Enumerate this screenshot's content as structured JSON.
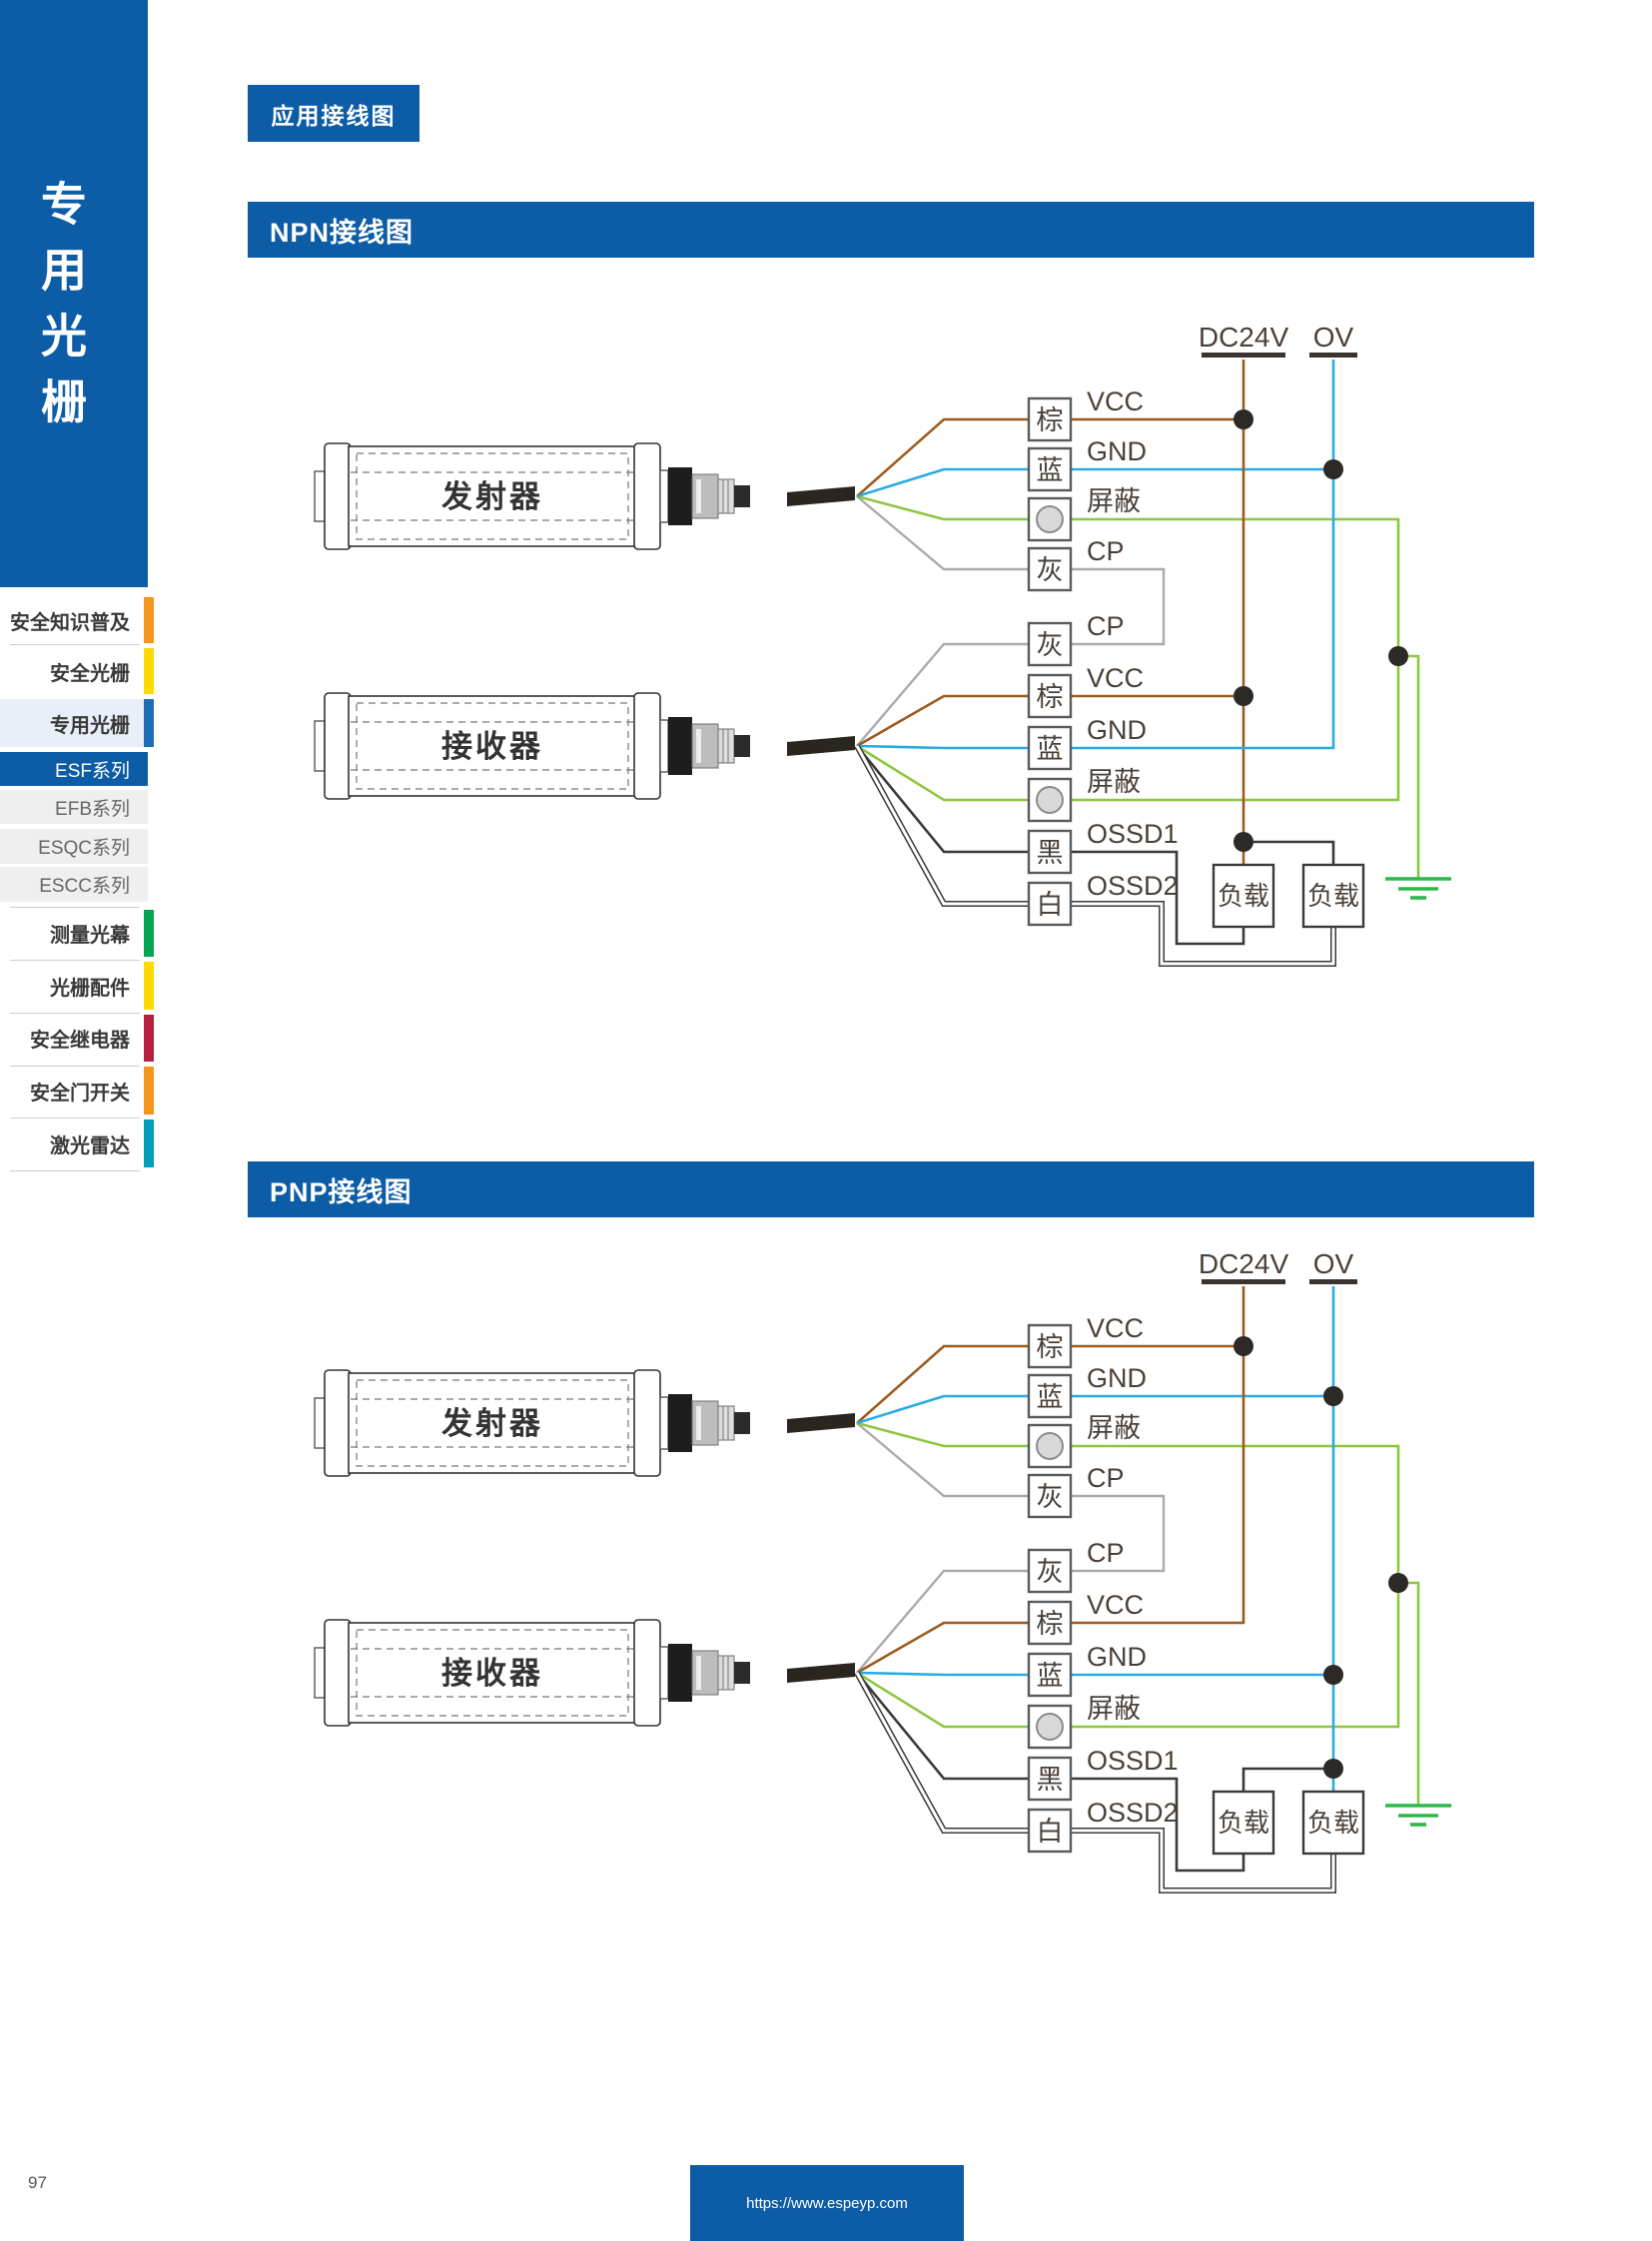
{
  "page": {
    "number": "97",
    "url": "https://www.espeyp.com",
    "accent_blue": "#0d5ca6"
  },
  "sidebar": {
    "vertical_title": "专用光栅",
    "items": [
      {
        "label": "安全知识普及",
        "bar": "#F7941E",
        "type": "nav"
      },
      {
        "label": "安全光栅",
        "bar": "#FFD900",
        "type": "nav"
      },
      {
        "label": "专用光栅",
        "bar": "#1E6CB5",
        "type": "nav-active"
      },
      {
        "label": "ESF系列",
        "type": "series-active"
      },
      {
        "label": "EFB系列",
        "type": "series"
      },
      {
        "label": "ESQC系列",
        "type": "series"
      },
      {
        "label": "ESCC系列",
        "type": "series"
      },
      {
        "label": "测量光幕",
        "bar": "#00A651",
        "type": "nav"
      },
      {
        "label": "光栅配件",
        "bar": "#FFD900",
        "type": "nav"
      },
      {
        "label": "安全继电器",
        "bar": "#B91F3E",
        "type": "nav"
      },
      {
        "label": "安全门开关",
        "bar": "#F7941E",
        "type": "nav"
      },
      {
        "label": "激光雷达",
        "bar": "#009FB8",
        "type": "nav"
      }
    ]
  },
  "headers": {
    "badge": "应用接线图",
    "npn": "NPN接线图",
    "pnp": "PNP接线图"
  },
  "diagram": {
    "power_labels": {
      "dc24v": "DC24V",
      "ov": "OV"
    },
    "device_labels": {
      "transmitter": "发射器",
      "receiver": "接收器"
    },
    "load_label": "负载",
    "transmitter_pins": [
      {
        "box": "棕",
        "signal": "VCC",
        "wire": "brown"
      },
      {
        "box": "蓝",
        "signal": "GND",
        "wire": "blue"
      },
      {
        "box": "shield-circle",
        "signal": "屏蔽",
        "wire": "green"
      },
      {
        "box": "灰",
        "signal": "CP",
        "wire": "gray"
      }
    ],
    "receiver_pins": [
      {
        "box": "灰",
        "signal": "CP",
        "wire": "gray"
      },
      {
        "box": "棕",
        "signal": "VCC",
        "wire": "brown"
      },
      {
        "box": "蓝",
        "signal": "GND",
        "wire": "blue"
      },
      {
        "box": "shield-circle",
        "signal": "屏蔽",
        "wire": "green"
      },
      {
        "box": "黑",
        "signal": "OSSD1",
        "wire": "black"
      },
      {
        "box": "白",
        "signal": "OSSD2",
        "wire": "white"
      }
    ],
    "wire_colors": {
      "brown": "#9C5B1D",
      "blue": "#29ABE2",
      "green": "#8DC63F",
      "ground_green": "#2EB84B",
      "gray": "#ABABAB",
      "black": "#3A3A3A",
      "dark_text": "#4a4038"
    }
  }
}
